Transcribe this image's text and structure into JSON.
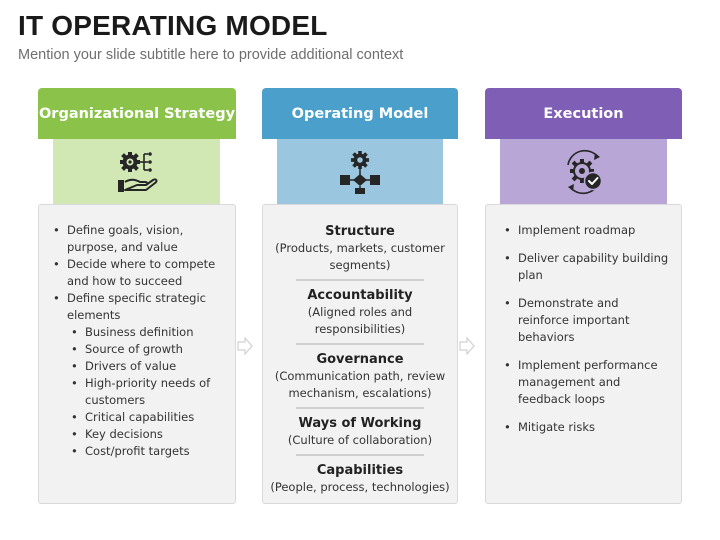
{
  "header": {
    "title": "IT OPERATING MODEL",
    "subtitle": "Mention your slide subtitle here to provide additional context"
  },
  "columns": [
    {
      "title": "Organizational Strategy",
      "icon": "gear-hand-icon",
      "header_color": "#8bc34a",
      "icon_bg": "#d1e8b4",
      "items": [
        {
          "text": "Define goals, vision, purpose, and value"
        },
        {
          "text": "Decide where to compete and how to succeed"
        },
        {
          "text": "Define specific strategic elements"
        },
        {
          "text": "Business definition"
        },
        {
          "text": "Source of growth"
        },
        {
          "text": "Drivers of value"
        },
        {
          "text": "High-priority needs of customers"
        },
        {
          "text": "Critical capabilities"
        },
        {
          "text": "Key decisions"
        },
        {
          "text": "Cost/profit targets"
        }
      ]
    },
    {
      "title": "Operating Model",
      "icon": "org-structure-icon",
      "header_color": "#4a9fcb",
      "icon_bg": "#9ac6df",
      "items": [
        {
          "heading": "Structure",
          "desc": "(Products, markets, customer segments)"
        },
        {
          "heading": "Accountability",
          "desc": "(Aligned roles and responsibilities)"
        },
        {
          "heading": "Governance",
          "desc": "(Communication path, review mechanism, escalations)"
        },
        {
          "heading": "Ways of Working",
          "desc": "(Culture of collaboration)"
        },
        {
          "heading": "Capabilities",
          "desc": "(People, process, technologies)"
        }
      ]
    },
    {
      "title": "Execution",
      "icon": "gear-check-icon",
      "header_color": "#7e5fb5",
      "icon_bg": "#b7a6d6",
      "items": [
        {
          "text": "Implement roadmap"
        },
        {
          "text": "Deliver capability building plan"
        },
        {
          "text": "Demonstrate and reinforce important behaviors"
        },
        {
          "text": "Implement performance management and feedback loops"
        },
        {
          "text": "Mitigate risks"
        }
      ]
    }
  ]
}
